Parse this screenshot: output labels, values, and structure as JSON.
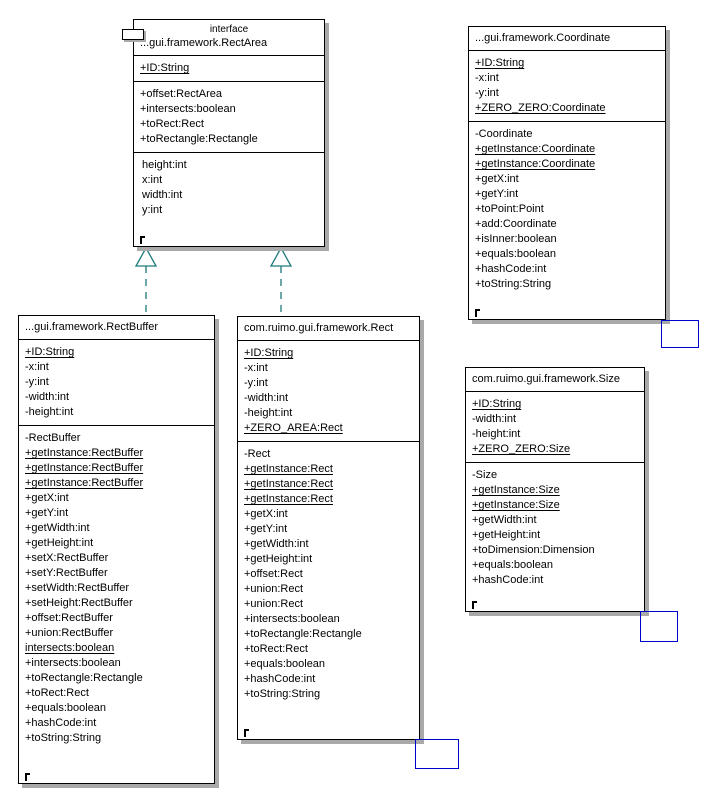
{
  "diagram": {
    "type": "uml-class-diagram",
    "background": "#ffffff",
    "colors": {
      "box_border": "#000000",
      "box_shadow": "#a9a9a9",
      "realization_line": "#1f7a7a",
      "marker_square": "#0000cc",
      "text": "#000000"
    }
  },
  "classes": {
    "rectarea": {
      "stereotype": "interface",
      "name": "...gui.framework.RectArea",
      "attributes": [
        {
          "text": "+ID:String",
          "static": true
        }
      ],
      "operations": [
        {
          "text": "+offset:RectArea",
          "static": false
        },
        {
          "text": "+intersects:boolean",
          "static": false
        },
        {
          "text": "+toRect:Rect",
          "static": false
        },
        {
          "text": "+toRectangle:Rectangle",
          "static": false
        }
      ],
      "properties": [
        {
          "text": "height:int",
          "static": false
        },
        {
          "text": "x:int",
          "static": false
        },
        {
          "text": "width:int",
          "static": false
        },
        {
          "text": "y:int",
          "static": false
        }
      ]
    },
    "coordinate": {
      "stereotype": "",
      "name": "...gui.framework.Coordinate",
      "attributes": [
        {
          "text": "+ID:String",
          "static": true
        },
        {
          "text": "-x:int",
          "static": false
        },
        {
          "text": "-y:int",
          "static": false
        },
        {
          "text": "+ZERO_ZERO:Coordinate",
          "static": true
        }
      ],
      "operations": [
        {
          "text": "-Coordinate",
          "static": false
        },
        {
          "text": "+getInstance:Coordinate",
          "static": true
        },
        {
          "text": "+getInstance:Coordinate",
          "static": true
        },
        {
          "text": "+getX:int",
          "static": false
        },
        {
          "text": "+getY:int",
          "static": false
        },
        {
          "text": "+toPoint:Point",
          "static": false
        },
        {
          "text": "+add:Coordinate",
          "static": false
        },
        {
          "text": "+isInner:boolean",
          "static": false
        },
        {
          "text": "+equals:boolean",
          "static": false
        },
        {
          "text": "+hashCode:int",
          "static": false
        },
        {
          "text": "+toString:String",
          "static": false
        }
      ]
    },
    "size": {
      "stereotype": "",
      "name": "com.ruimo.gui.framework.Size",
      "attributes": [
        {
          "text": "+ID:String",
          "static": true
        },
        {
          "text": "-width:int",
          "static": false
        },
        {
          "text": "-height:int",
          "static": false
        },
        {
          "text": "+ZERO_ZERO:Size",
          "static": true
        }
      ],
      "operations": [
        {
          "text": "-Size",
          "static": false
        },
        {
          "text": "+getInstance:Size",
          "static": true
        },
        {
          "text": "+getInstance:Size",
          "static": true
        },
        {
          "text": "+getWidth:int",
          "static": false
        },
        {
          "text": "+getHeight:int",
          "static": false
        },
        {
          "text": "+toDimension:Dimension",
          "static": false
        },
        {
          "text": "+equals:boolean",
          "static": false
        },
        {
          "text": "+hashCode:int",
          "static": false
        }
      ]
    },
    "rectbuffer": {
      "stereotype": "",
      "name": "...gui.framework.RectBuffer",
      "attributes": [
        {
          "text": "+ID:String",
          "static": true
        },
        {
          "text": "-x:int",
          "static": false
        },
        {
          "text": "-y:int",
          "static": false
        },
        {
          "text": "-width:int",
          "static": false
        },
        {
          "text": "-height:int",
          "static": false
        }
      ],
      "operations": [
        {
          "text": "-RectBuffer",
          "static": false
        },
        {
          "text": "+getInstance:RectBuffer",
          "static": true
        },
        {
          "text": "+getInstance:RectBuffer",
          "static": true
        },
        {
          "text": "+getInstance:RectBuffer",
          "static": true
        },
        {
          "text": "+getX:int",
          "static": false
        },
        {
          "text": "+getY:int",
          "static": false
        },
        {
          "text": "+getWidth:int",
          "static": false
        },
        {
          "text": "+getHeight:int",
          "static": false
        },
        {
          "text": "+setX:RectBuffer",
          "static": false
        },
        {
          "text": "+setY:RectBuffer",
          "static": false
        },
        {
          "text": "+setWidth:RectBuffer",
          "static": false
        },
        {
          "text": "+setHeight:RectBuffer",
          "static": false
        },
        {
          "text": "+offset:RectBuffer",
          "static": false
        },
        {
          "text": "+union:RectBuffer",
          "static": false
        },
        {
          "text": " intersects:boolean",
          "static": true
        },
        {
          "text": "+intersects:boolean",
          "static": false
        },
        {
          "text": "+toRectangle:Rectangle",
          "static": false
        },
        {
          "text": "+toRect:Rect",
          "static": false
        },
        {
          "text": "+equals:boolean",
          "static": false
        },
        {
          "text": "+hashCode:int",
          "static": false
        },
        {
          "text": "+toString:String",
          "static": false
        }
      ]
    },
    "rect": {
      "stereotype": "",
      "name": "com.ruimo.gui.framework.Rect",
      "attributes": [
        {
          "text": "+ID:String",
          "static": true
        },
        {
          "text": "-x:int",
          "static": false
        },
        {
          "text": "-y:int",
          "static": false
        },
        {
          "text": "-width:int",
          "static": false
        },
        {
          "text": "-height:int",
          "static": false
        },
        {
          "text": "+ZERO_AREA:Rect",
          "static": true
        }
      ],
      "operations": [
        {
          "text": "-Rect",
          "static": false
        },
        {
          "text": "+getInstance:Rect",
          "static": true
        },
        {
          "text": "+getInstance:Rect",
          "static": true
        },
        {
          "text": "+getInstance:Rect",
          "static": true
        },
        {
          "text": "+getX:int",
          "static": false
        },
        {
          "text": "+getY:int",
          "static": false
        },
        {
          "text": "+getWidth:int",
          "static": false
        },
        {
          "text": "+getHeight:int",
          "static": false
        },
        {
          "text": "+offset:Rect",
          "static": false
        },
        {
          "text": "+union:Rect",
          "static": false
        },
        {
          "text": "+union:Rect",
          "static": false
        },
        {
          "text": "+intersects:boolean",
          "static": false
        },
        {
          "text": "+toRectangle:Rectangle",
          "static": false
        },
        {
          "text": "+toRect:Rect",
          "static": false
        },
        {
          "text": "+equals:boolean",
          "static": false
        },
        {
          "text": "+hashCode:int",
          "static": false
        },
        {
          "text": "+toString:String",
          "static": false
        }
      ]
    }
  },
  "relationships": [
    {
      "name": "rectbuffer-realizes-rectarea",
      "from": "rectbuffer",
      "to": "rectarea",
      "kind": "realization"
    },
    {
      "name": "rect-realizes-rectarea",
      "from": "rect",
      "to": "rectarea",
      "kind": "realization"
    }
  ]
}
